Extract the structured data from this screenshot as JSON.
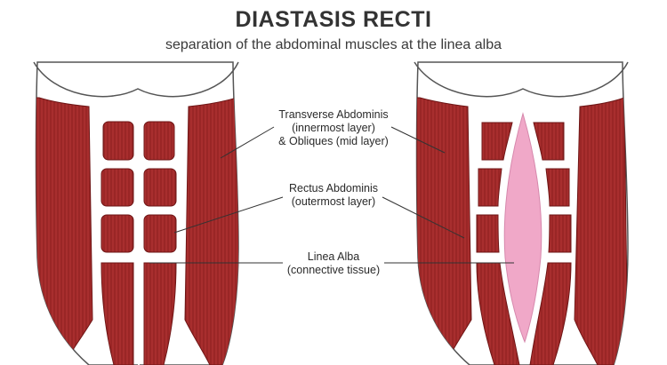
{
  "title": "DIASTASIS RECTI",
  "subtitle": "separation of the abdominal muscles at the linea alba",
  "colors": {
    "muscle": "#a42a2a",
    "muscle_dark": "#7c1a1a",
    "connective": "#ffffff",
    "separation_gap": "#f0a8c8",
    "outline": "#444444"
  },
  "labels": {
    "transverse": {
      "line1": "Transverse Abdominis",
      "line2": "(innermost layer)",
      "line3": "& Obliques (mid layer)"
    },
    "rectus": {
      "line1": "Rectus Abdominis",
      "line2": "(outermost layer)"
    },
    "linea": {
      "line1": "Linea Alba",
      "line2": "(connective tissue)"
    }
  }
}
